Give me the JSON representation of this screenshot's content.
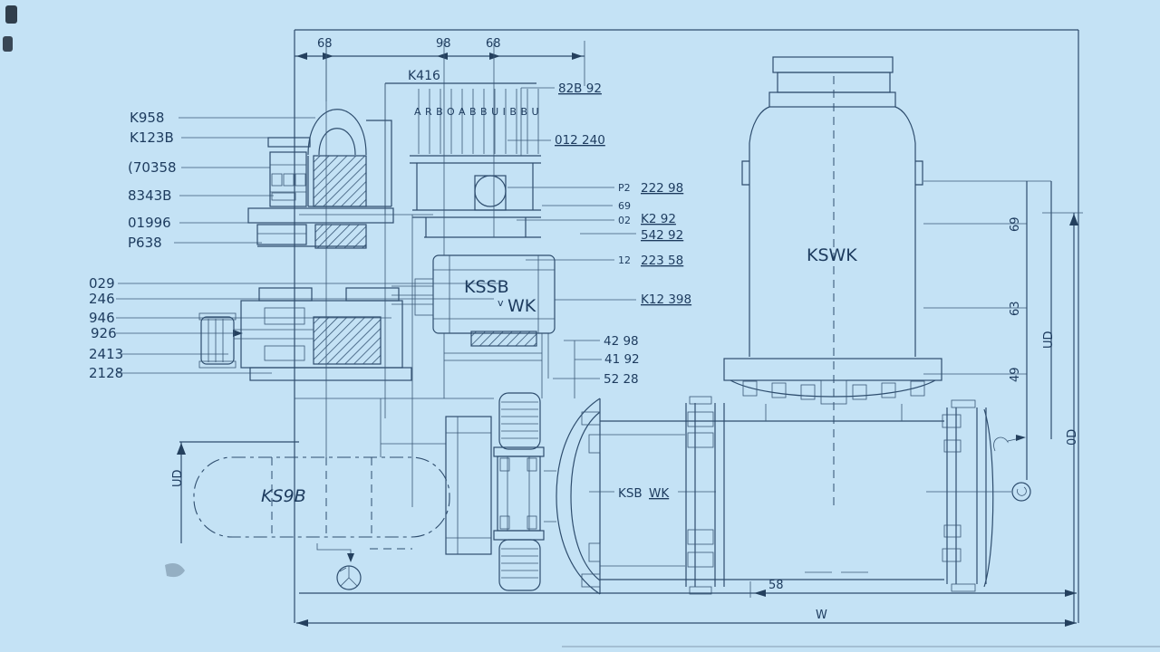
{
  "drawing": {
    "type": "pump-assembly-blueprint",
    "colors": {
      "paper": "#c4e2f5",
      "ink": "#2e4d6e",
      "text": "#1d3b5e"
    },
    "left_top_labels": [
      "K958",
      "K123B",
      "(70358",
      "8343B",
      "01996",
      "P638"
    ],
    "left_bottom_labels": [
      "029",
      "246",
      "946",
      "926",
      "2413",
      "2128"
    ],
    "top_dims": {
      "d1": "68",
      "d2": "98",
      "d3": "68",
      "bracket": "K416"
    },
    "callout_row": "ARBOABBUIBBU",
    "right_top_labels": {
      "l1": "82B 92",
      "l2": "012 240"
    },
    "part_rows": [
      {
        "tag": "P2",
        "code": "222 98"
      },
      {
        "tag": "69",
        "code": ""
      },
      {
        "tag": "02",
        "code": "K2 92"
      },
      {
        "tag": "",
        "code": "542 92"
      },
      {
        "tag": "12",
        "code": "223 58"
      },
      {
        "tag": "",
        "code": "K12 398"
      }
    ],
    "mid_labels": [
      "42 98",
      "41 92",
      "52 28"
    ],
    "gearbox": {
      "line1": "KSSB",
      "small": "v",
      "line2": "WK"
    },
    "vessel_label": "KSWK",
    "pump_body_label": {
      "part1": "KSB",
      "part2": "WK"
    },
    "motor_label": "KS9B",
    "bottom_dims": {
      "d1": "58",
      "d2": "W"
    },
    "right_rot_dims": {
      "r1": "69",
      "r2": "63",
      "r3": "49",
      "r4": "UD",
      "r5": "0D"
    },
    "left_rot_dim": "UD"
  }
}
